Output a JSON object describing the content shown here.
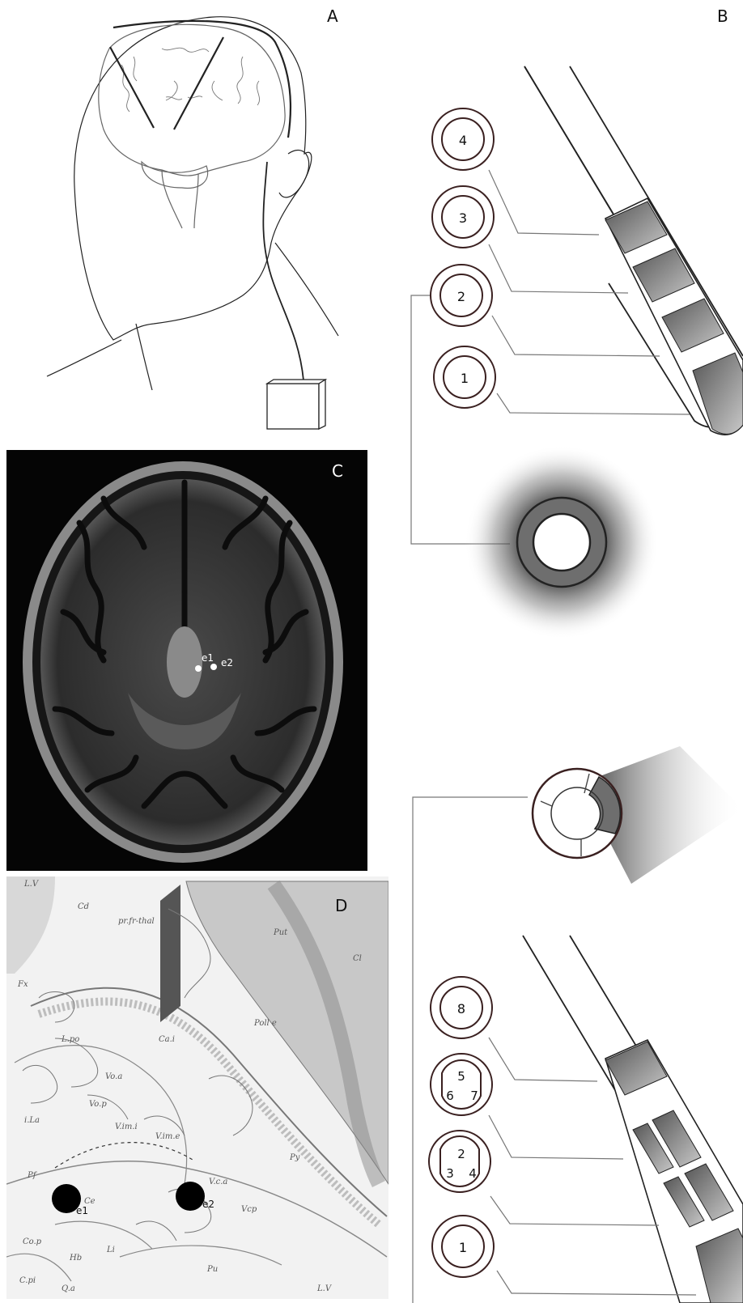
{
  "panels": {
    "a": "A",
    "b": "B",
    "c": "C",
    "d": "D"
  },
  "mri": {
    "e1": "e1",
    "e2": "e2"
  },
  "atlas": {
    "e1": "e1",
    "e2": "e2",
    "labels": [
      "L.V",
      "Cd",
      "pr.fr-thal",
      "Put",
      "Cl",
      "Fx",
      "Poll e",
      "L.po",
      "Ca.i",
      "Vo.a",
      "Vo.p",
      "i.La",
      "V.im.i",
      "V.im.e",
      "Pf",
      "Ce",
      "V.c.a",
      "Vcp",
      "Py",
      "Co.p",
      "Hb",
      "Li",
      "Pu",
      "C.pi",
      "Q.a",
      "L.V"
    ]
  },
  "contacts_top": [
    "4",
    "3",
    "2",
    "1"
  ],
  "contacts_bottom": {
    "ring8": "8",
    "seg_upper": [
      "5",
      "6",
      "7"
    ],
    "seg_lower": [
      "2",
      "3",
      "4"
    ],
    "ring1": "1"
  },
  "colors": {
    "ink": "#222222",
    "contact_fill": "#777777",
    "mri_bg": "#050505",
    "atlas_bg": "#f2f2f2"
  }
}
